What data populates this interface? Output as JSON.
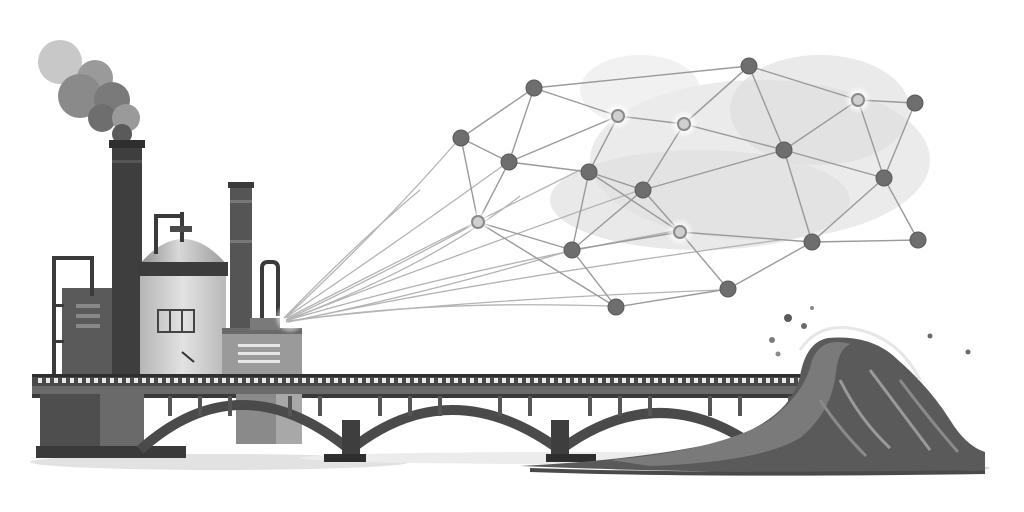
{
  "scene": {
    "subjects": [
      "factory",
      "bridge",
      "network",
      "wave"
    ],
    "palette": {
      "background": "#ffffff",
      "dark": "#3a3a3a",
      "mid": "#6a6a6a",
      "light": "#a8a8a8",
      "haze": "#d4d4d4",
      "glow": "#f4f4f4"
    }
  }
}
